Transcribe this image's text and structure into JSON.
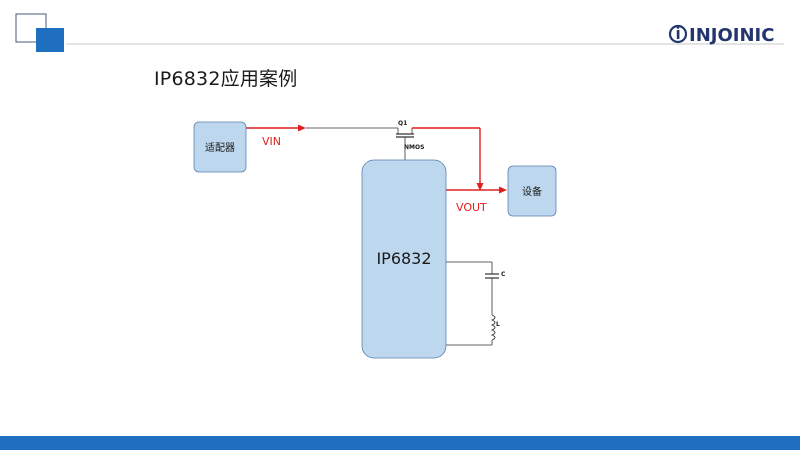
{
  "header": {
    "logo_text": "INJOINIC",
    "brand_color": "#23356e",
    "accent_color": "#1e6fc0"
  },
  "slide": {
    "title": "IP6832应用案例"
  },
  "diagram": {
    "adapter_label": "适配器",
    "device_label": "设备",
    "chip_label": "IP6832",
    "vin_label": "VIN",
    "vout_label": "VOUT",
    "transistor_ref": "Q1",
    "transistor_type": "NMOS",
    "capacitor_label": "C",
    "inductor_label": "L",
    "box_fill": "#bdd7ee",
    "power_path_color": "#e02020"
  },
  "footer": {
    "bar_color": "#1e6fc0"
  }
}
